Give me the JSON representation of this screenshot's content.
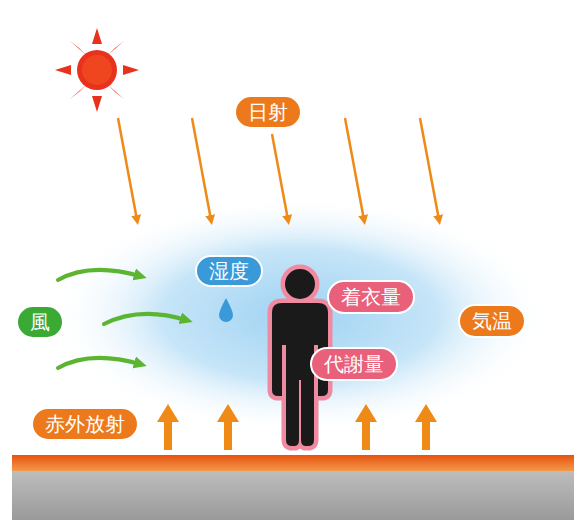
{
  "diagram": {
    "nodes": [
      {
        "text": [
          "日射"
        ]
      },
      {
        "text": [
          "湿度"
        ]
      },
      {
        "text": [
          "着衣量"
        ]
      },
      {
        "text": [
          "風"
        ]
      },
      {
        "text": [
          "気温"
        ]
      },
      {
        "text": [
          "代謝量"
        ]
      },
      {
        "text": [
          "赤外放射"
        ]
      }
    ]
  }
}
